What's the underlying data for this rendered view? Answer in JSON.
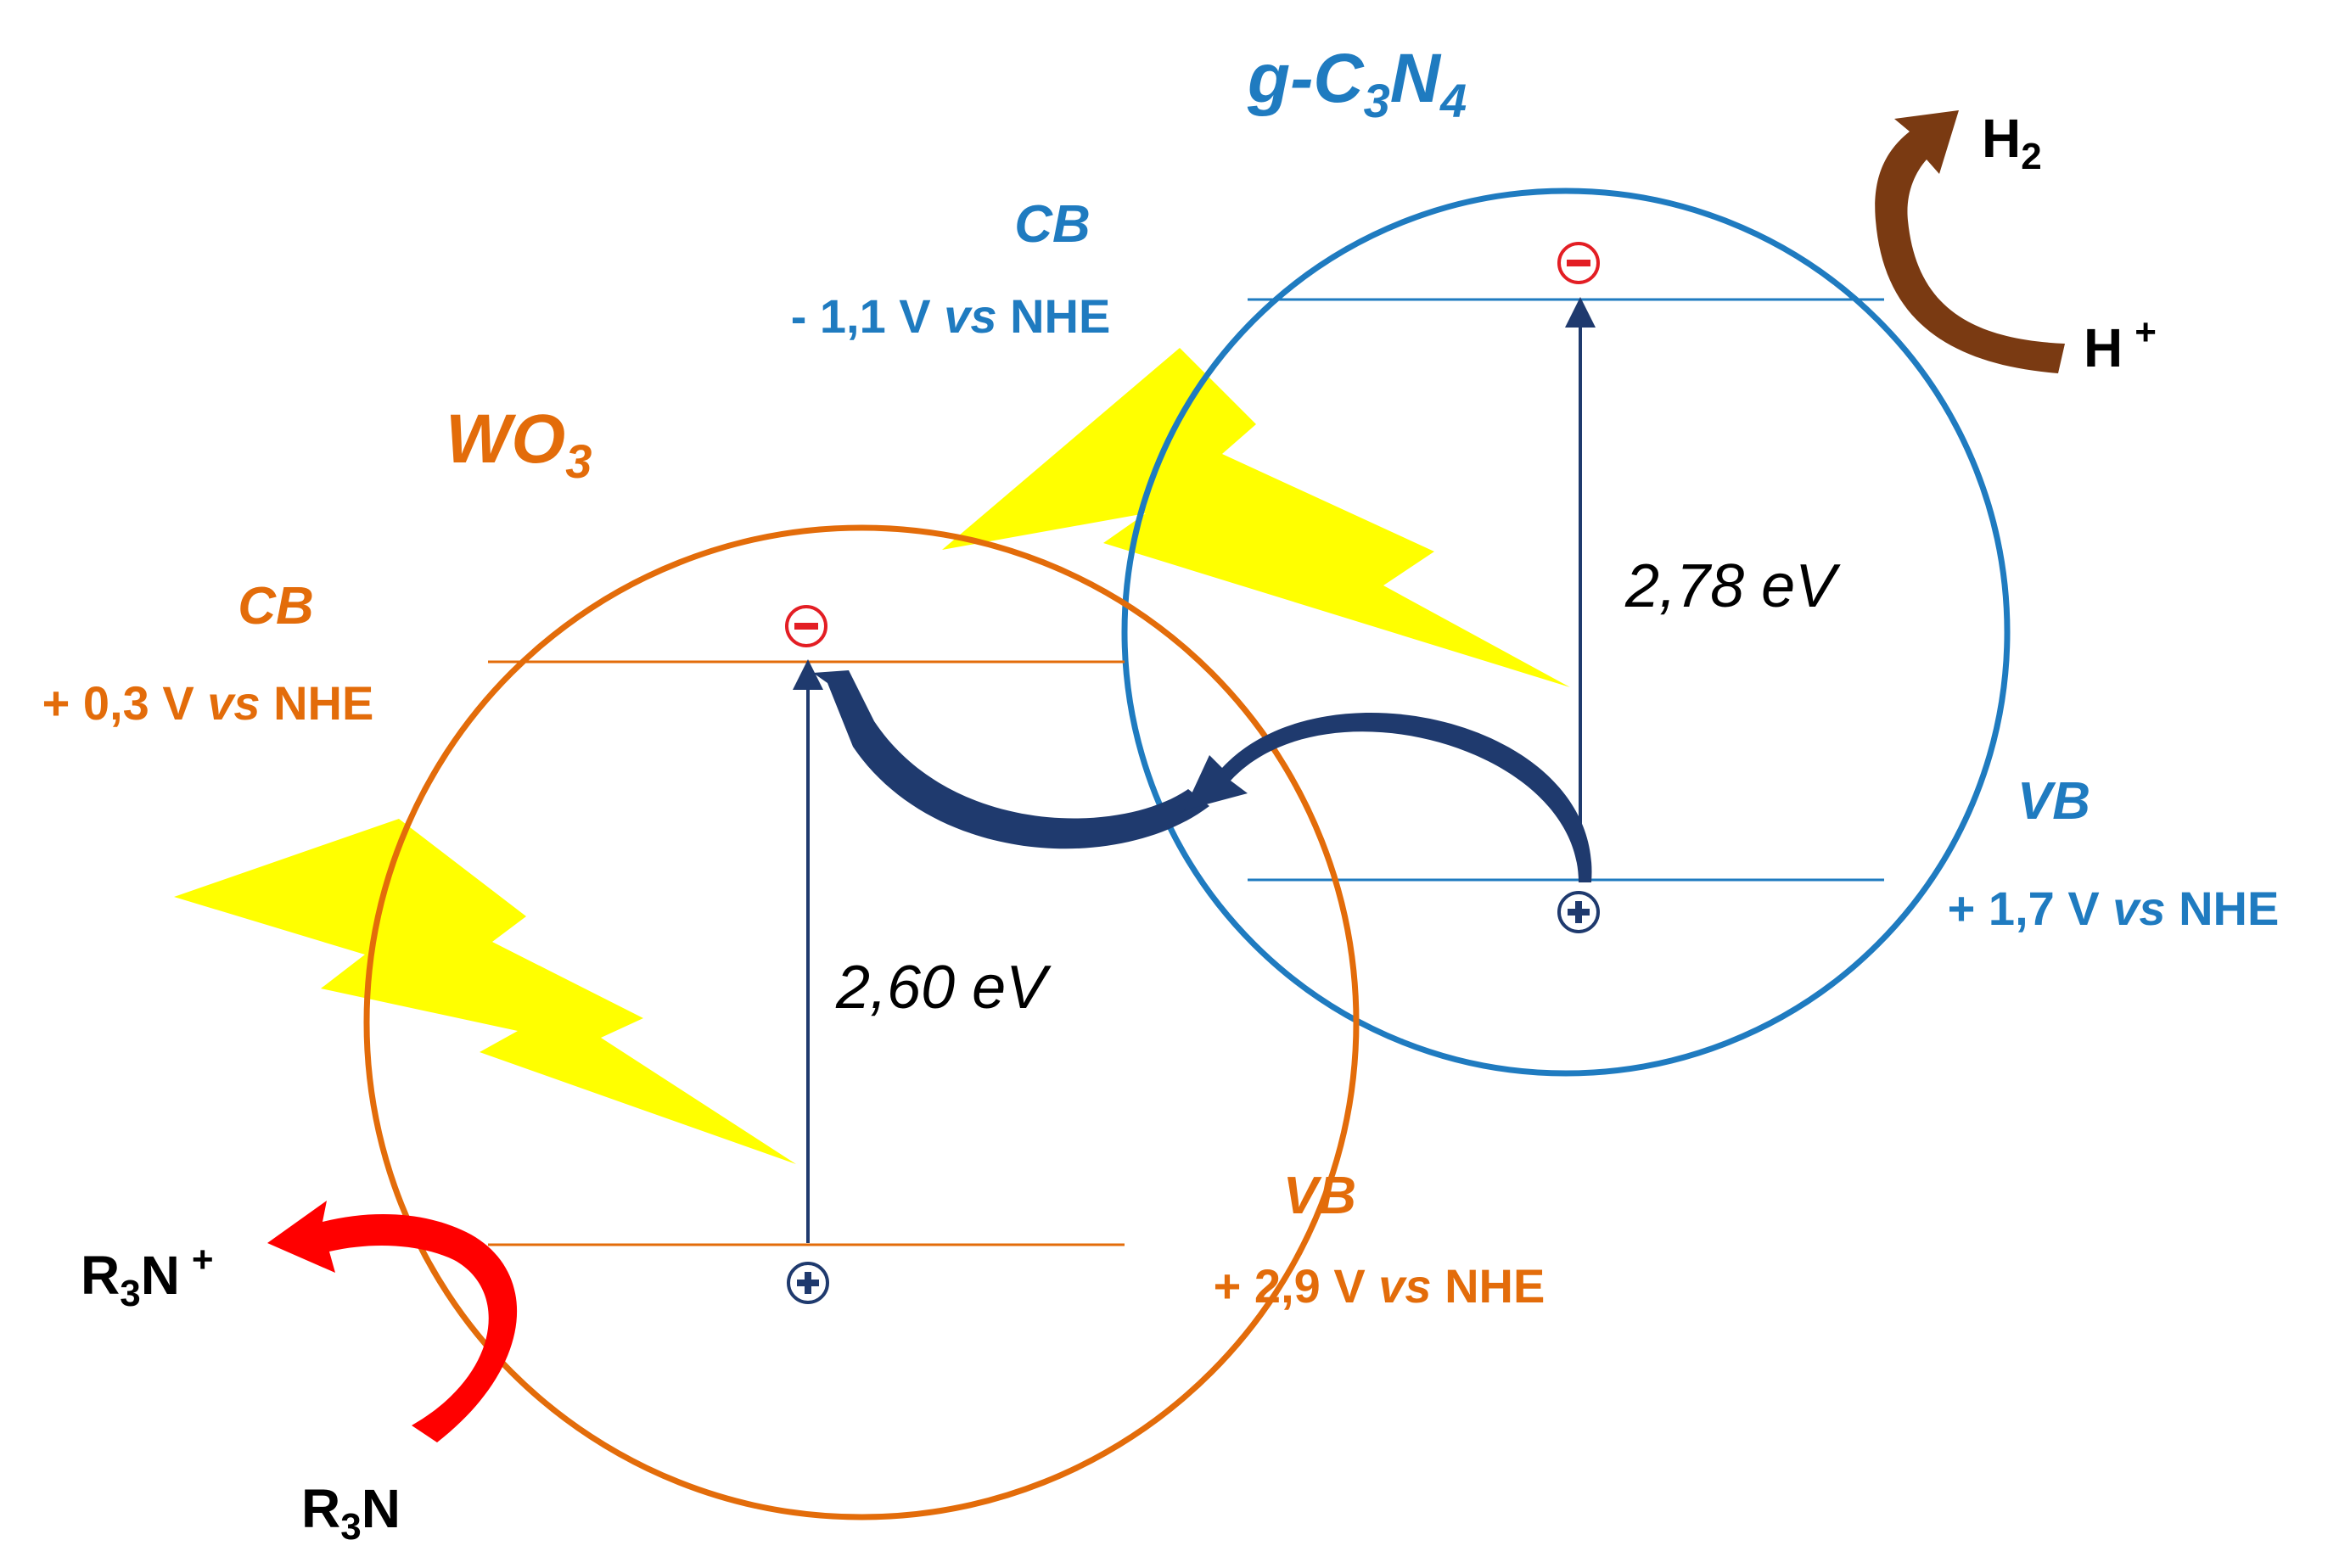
{
  "colors": {
    "wo3": "#E36C0A",
    "gcn": "#1F7BC0",
    "navy": "#1F3A6E",
    "bolt": "#FFFF00",
    "brown": "#7A3A12",
    "red": "#FF0000",
    "minus": "#E31E24",
    "black": "#000000"
  },
  "icons": [
    "lightning-bolt-icon",
    "minus-sign-icon",
    "plus-sign-icon",
    "curved-arrow-icon"
  ],
  "wo3": {
    "title_main": "WO",
    "title_sub": "3",
    "cb_label": "CB",
    "cb_prefix": "+ 0,3 V ",
    "cb_vs": "vs",
    "cb_suffix": " NHE",
    "vb_label": "VB",
    "vb_prefix": "+ 2,9 V ",
    "vb_vs": "vs",
    "vb_suffix": " NHE",
    "gap": "2,60 eV"
  },
  "gcn": {
    "title_g": "g-C",
    "title_sub1": "3",
    "title_n": "N",
    "title_sub2": "4",
    "cb_label": "CB",
    "cb_prefix": "- 1,1 V ",
    "cb_vs": "vs",
    "cb_suffix": " NHE",
    "vb_label": "VB",
    "vb_prefix": "+ 1,7 V ",
    "vb_vs": "vs",
    "vb_suffix": " NHE",
    "gap": "2,78 eV"
  },
  "species": {
    "h2_main": "H",
    "h2_sub": "2",
    "hplus_main": "H",
    "hplus_sup": "+",
    "r3nplus_r": "R",
    "r3nplus_sub": "3",
    "r3nplus_n": "N",
    "r3nplus_sup": "+",
    "r3n_r": "R",
    "r3n_sub": "3",
    "r3n_n": "N"
  }
}
